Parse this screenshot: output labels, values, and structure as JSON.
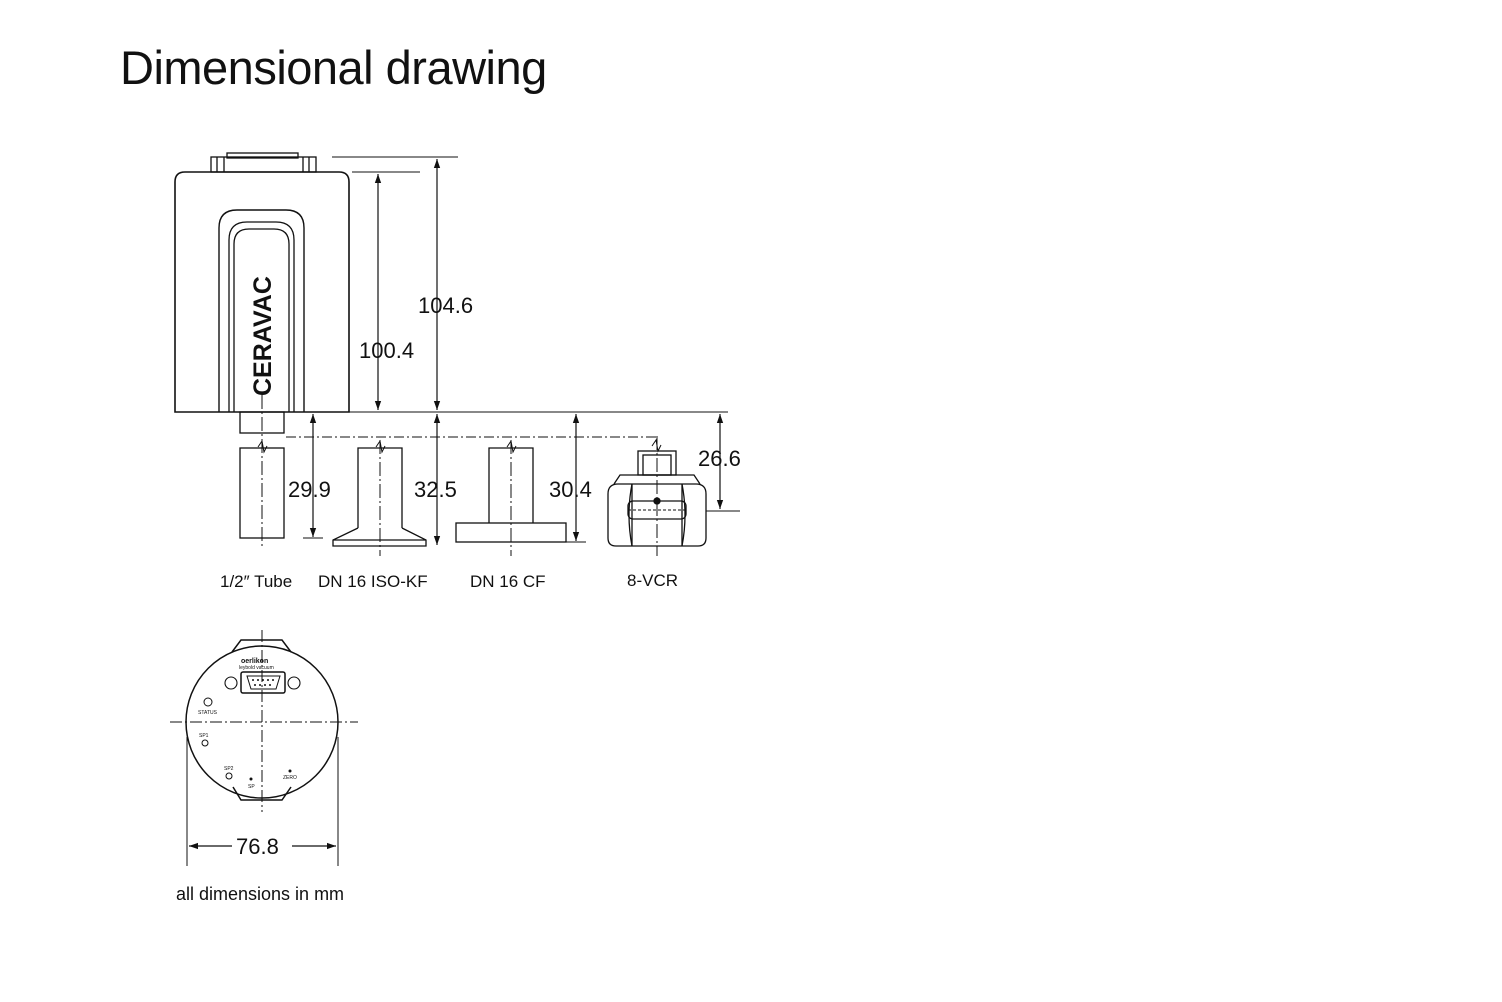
{
  "title": "Dimensional drawing",
  "device": {
    "logo": "CERAVAC",
    "brand_line1": "oerlikon",
    "brand_line2": "leybold vacuum",
    "panel_labels": {
      "status": "STATUS",
      "sp1": "SP1",
      "sp2": "SP2",
      "sp": "SP",
      "zero": "ZERO"
    }
  },
  "dimensions": {
    "overall_height": "104.6",
    "body_height": "100.4",
    "tube_length": "29.9",
    "iso_kf_length": "32.5",
    "cf_length": "30.4",
    "vcr_length": "26.6",
    "diameter": "76.8"
  },
  "flanges": [
    {
      "label": "1/2″ Tube"
    },
    {
      "label": "DN 16 ISO-KF"
    },
    {
      "label": "DN 16 CF"
    },
    {
      "label": "8-VCR"
    }
  ],
  "note": "all dimensions in mm"
}
